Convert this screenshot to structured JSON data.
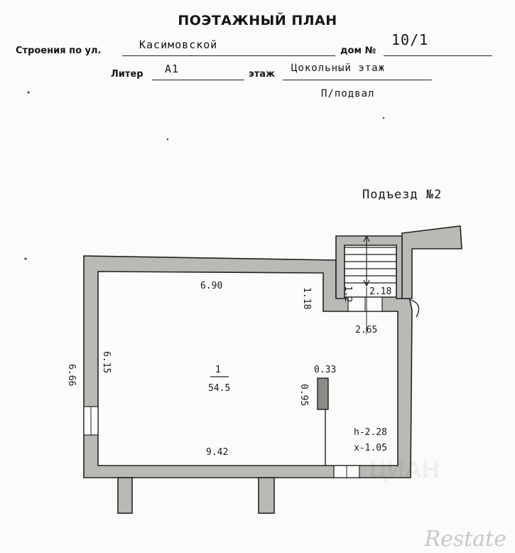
{
  "header": {
    "title": "ПОЭТАЖНЫЙ ПЛАН",
    "street_label": "Строения по ул.",
    "street_value": "Касимовской",
    "house_label": "дом №",
    "house_value": "10/1",
    "liter_label": "Литер",
    "liter_value": "А1",
    "floor_label": "этаж",
    "floor_value": "Цокольный этаж",
    "floor_note": "П/подвал"
  },
  "plan": {
    "entrance_label": "Подъезд №2",
    "room_number": "1",
    "room_area": "54.5",
    "dimensions": {
      "top_wall": "6.90",
      "left_outer": "6.66",
      "left_inner": "6.15",
      "step_height": "1.18",
      "stair_small": "1.2",
      "stair_width": "2.18",
      "passage_width": "2.65",
      "column_width": "0.33",
      "column_height": "0.95",
      "bottom_wall": "9.42",
      "ceiling_height": "h-2.28",
      "ceiling_x": "x-1.05"
    }
  },
  "watermark": {
    "brand": "Restate",
    "ghost": "ЦИАН"
  },
  "colors": {
    "wall_fill": "#b9b9b6",
    "ink": "#141414",
    "paper": "#fbfbf9"
  }
}
